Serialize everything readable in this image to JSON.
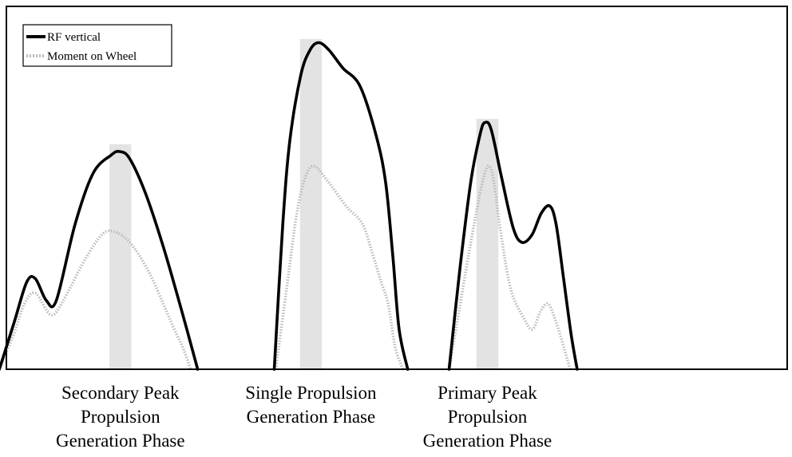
{
  "chart_data": {
    "type": "line",
    "title": "",
    "xlabel": "",
    "ylabel": "",
    "grid": false,
    "axes_ticks": false,
    "legend_placement": "top-left",
    "legend": [
      {
        "label": "RF vertical",
        "color": "#000000",
        "style": "solid"
      },
      {
        "label": "Moment on Wheel",
        "color": "#bbbbbb",
        "style": "dotted"
      }
    ],
    "xlim": [
      0,
      100
    ],
    "ylim": [
      0,
      100
    ],
    "highlight_color": "#e3e3e3",
    "phases": [
      {
        "label_lines": [
          "Secondary Peak",
          "Propulsion",
          "Generation Phase"
        ],
        "highlight_x": [
          13.2,
          16.0
        ],
        "highlight_top": 62,
        "series": [
          {
            "name": "RF vertical",
            "points": [
              [
                -0.9,
                0
              ],
              [
                1.0,
                13
              ],
              [
                2.6,
                24
              ],
              [
                3.7,
                25
              ],
              [
                5.1,
                19
              ],
              [
                6.4,
                19
              ],
              [
                8.8,
                40
              ],
              [
                11.1,
                54
              ],
              [
                13.4,
                59
              ],
              [
                14.5,
                60
              ],
              [
                15.8,
                58
              ],
              [
                17.9,
                48
              ],
              [
                20.2,
                33
              ],
              [
                22.6,
                15
              ],
              [
                24.5,
                0
              ]
            ]
          },
          {
            "name": "Moment on Wheel",
            "points": [
              [
                -0.9,
                0
              ],
              [
                1.0,
                10
              ],
              [
                2.3,
                18
              ],
              [
                3.7,
                21
              ],
              [
                5.7,
                15
              ],
              [
                7.3,
                19
              ],
              [
                10.0,
                30
              ],
              [
                12.2,
                37
              ],
              [
                13.7,
                38
              ],
              [
                15.8,
                35
              ],
              [
                18.2,
                27
              ],
              [
                20.3,
                17
              ],
              [
                21.5,
                11
              ],
              [
                22.6,
                6
              ],
              [
                23.6,
                0
              ]
            ]
          }
        ]
      },
      {
        "label_lines": [
          "Single Propulsion",
          "Generation Phase"
        ],
        "highlight_x": [
          37.6,
          40.4
        ],
        "highlight_top": 91,
        "series": [
          {
            "name": "RF vertical",
            "points": [
              [
                34.3,
                0
              ],
              [
                35.4,
                40
              ],
              [
                36.3,
                63
              ],
              [
                37.7,
                81
              ],
              [
                38.9,
                88
              ],
              [
                40.0,
                90
              ],
              [
                41.3,
                88
              ],
              [
                43.1,
                83
              ],
              [
                45.3,
                78
              ],
              [
                47.4,
                64
              ],
              [
                48.6,
                51
              ],
              [
                49.5,
                31
              ],
              [
                50.3,
                11
              ],
              [
                51.4,
                0
              ]
            ]
          },
          {
            "name": "Moment on Wheel",
            "points": [
              [
                34.5,
                0
              ],
              [
                36.0,
                24
              ],
              [
                37.2,
                43
              ],
              [
                38.3,
                53
              ],
              [
                39.4,
                56
              ],
              [
                41.1,
                52
              ],
              [
                43.5,
                45
              ],
              [
                45.6,
                40
              ],
              [
                47.0,
                31
              ],
              [
                48.0,
                24
              ],
              [
                48.9,
                18
              ],
              [
                49.8,
                6
              ],
              [
                50.8,
                0
              ]
            ]
          }
        ]
      },
      {
        "label_lines": [
          "Primary Peak",
          "Propulsion",
          "Generation Phase"
        ],
        "highlight_x": [
          60.2,
          63.0
        ],
        "highlight_top": 69,
        "series": [
          {
            "name": "RF vertical",
            "points": [
              [
                56.7,
                0
              ],
              [
                58.1,
                28
              ],
              [
                59.5,
                52
              ],
              [
                60.7,
                65
              ],
              [
                61.3,
                68
              ],
              [
                62.1,
                66
              ],
              [
                63.4,
                53
              ],
              [
                64.9,
                39
              ],
              [
                66.0,
                35
              ],
              [
                67.3,
                37
              ],
              [
                68.5,
                43
              ],
              [
                69.6,
                45
              ],
              [
                70.4,
                40
              ],
              [
                71.3,
                26
              ],
              [
                72.3,
                10
              ],
              [
                73.1,
                0
              ]
            ]
          },
          {
            "name": "Moment on Wheel",
            "points": [
              [
                56.7,
                0
              ],
              [
                58.2,
                19
              ],
              [
                59.4,
                34
              ],
              [
                60.8,
                50
              ],
              [
                61.7,
                56
              ],
              [
                62.4,
                52
              ],
              [
                63.3,
                38
              ],
              [
                64.6,
                22
              ],
              [
                66.3,
                14
              ],
              [
                67.4,
                11
              ],
              [
                68.4,
                16
              ],
              [
                69.4,
                18
              ],
              [
                70.4,
                13
              ],
              [
                71.4,
                6
              ],
              [
                72.2,
                0
              ]
            ]
          }
        ]
      }
    ]
  }
}
